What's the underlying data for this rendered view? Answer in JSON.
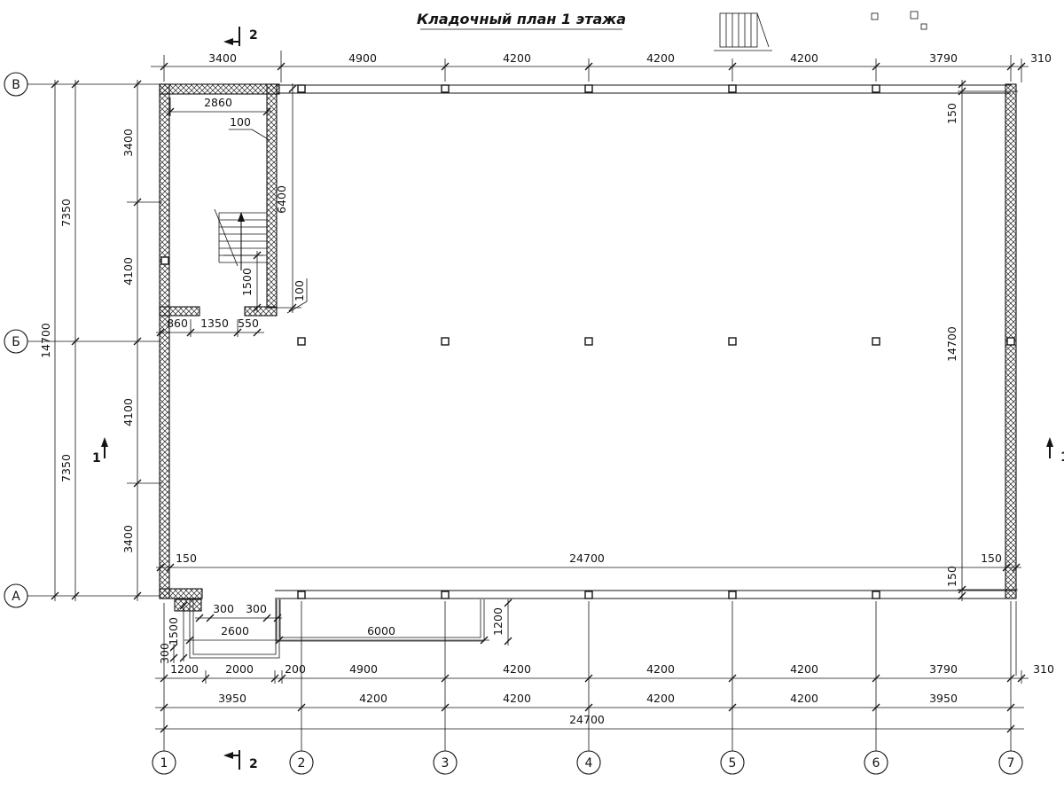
{
  "title": "Кладочный план 1 этажа",
  "axes": {
    "rows": [
      "В",
      "Б",
      "А"
    ],
    "cols": [
      "1",
      "2",
      "3",
      "4",
      "5",
      "6",
      "7"
    ]
  },
  "sections": {
    "one": "1",
    "two": "2"
  },
  "dims": {
    "top": [
      "3400",
      "4900",
      "4200",
      "4200",
      "4200",
      "3790",
      "310"
    ],
    "left_total": "14700",
    "left_halves": [
      "7350",
      "7350"
    ],
    "left_inner": [
      "3400",
      "4100",
      "4100",
      "3400"
    ],
    "right": [
      "150",
      "14700",
      "150"
    ],
    "inner_bottom": [
      "150",
      "24700",
      "150"
    ],
    "stair": {
      "width": "2860",
      "wall_a": "100",
      "depth": "6400",
      "run": "1500",
      "wall_b": "100",
      "bottom": [
        "860",
        "1350",
        "550"
      ]
    },
    "porch": {
      "inset_a": "300",
      "inset_b": "300",
      "width_small": "2600",
      "width_large": "6000",
      "depth_large": "1200",
      "depth_small": "1500",
      "step": "300"
    },
    "bottom_row1": [
      "1200",
      "2000",
      "200",
      "4900",
      "4200",
      "4200",
      "4200",
      "3790",
      "310"
    ],
    "bottom_row2": [
      "3950",
      "4200",
      "4200",
      "4200",
      "4200",
      "3950"
    ],
    "bottom_row3": "24700"
  }
}
